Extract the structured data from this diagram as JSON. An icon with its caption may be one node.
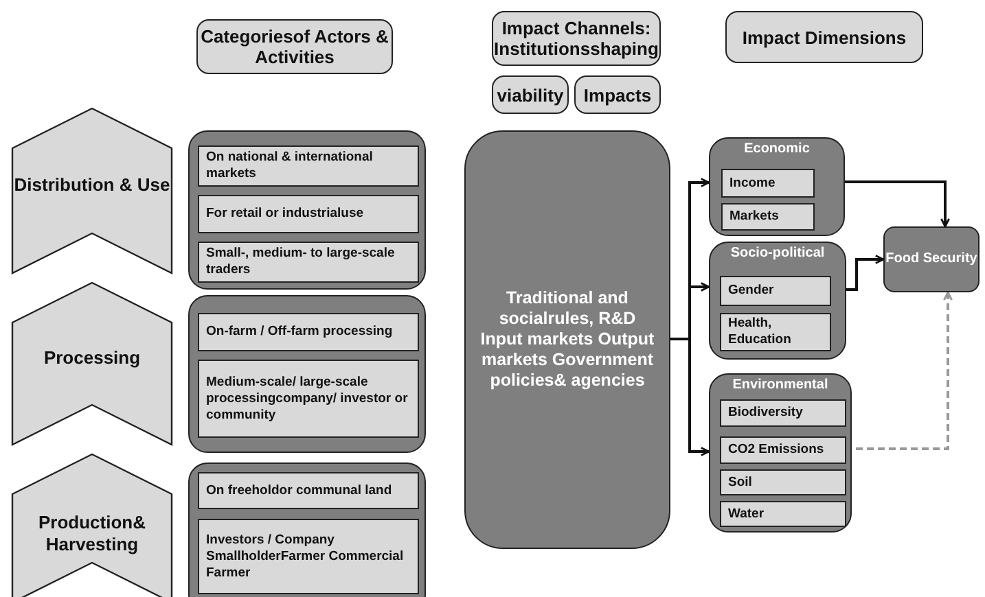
{
  "diagram": {
    "nodes": [
      {
        "text": [
          "Categoriesof Actors & Activities"
        ]
      },
      {
        "text": [
          "Impact Channels: Institutionsshaping"
        ]
      },
      {
        "text": [
          "viability"
        ]
      },
      {
        "text": [
          "Impacts"
        ]
      },
      {
        "text": [
          "Impact Dimensions"
        ]
      },
      {
        "text": [
          "Distribution & Use"
        ]
      },
      {
        "text": [],
        "shape": "box"
      },
      {
        "text": [
          "On national & international markets"
        ],
        "in": 6
      },
      {
        "text": [
          "For retail or industrialuse"
        ],
        "in": 6
      },
      {
        "text": [
          "Small-, medium- to large-scale traders"
        ],
        "in": 6
      },
      {
        "text": [
          "Processing"
        ]
      },
      {
        "text": [],
        "shape": "box"
      },
      {
        "text": [
          "On-farm / Off-farm processing"
        ],
        "in": 11
      },
      {
        "text": [
          "Medium-scale/ large-scale processingcompany/ investor or community"
        ],
        "in": 11
      },
      {
        "text": [
          "Production& Harvesting"
        ]
      },
      {
        "text": [],
        "shape": "box"
      },
      {
        "text": [
          "On freeholdor communal land"
        ],
        "in": 15
      },
      {
        "text": [
          "Investors / Company SmallholderFarmer Commercial Farmer"
        ],
        "in": 15
      },
      {
        "text": [
          "Traditional and socialrules, R&D Input markets Output markets Government policies& agencies"
        ]
      },
      {
        "text": [
          "Economic"
        ]
      },
      {
        "text": [
          "Income"
        ],
        "in": 19
      },
      {
        "text": [
          "Markets"
        ],
        "in": 19
      },
      {
        "text": [
          "Socio-political"
        ]
      },
      {
        "text": [
          "Gender"
        ],
        "in": 22
      },
      {
        "text": [
          "Health, Education"
        ],
        "in": 22
      },
      {
        "text": [
          "Environmental"
        ]
      },
      {
        "text": [
          "Biodiversity"
        ],
        "in": 25
      },
      {
        "text": [
          "CO2 Emissions"
        ],
        "in": 25
      },
      {
        "text": [
          "Soil"
        ],
        "in": 25
      },
      {
        "text": [
          "Water"
        ],
        "in": 25
      },
      {
        "text": [
          "Food Security"
        ]
      }
    ],
    "edges": [
      {
        "from": 18,
        "to": 19,
        "arrow": "to"
      },
      {
        "from": 18,
        "to": 22,
        "arrow": "to"
      },
      {
        "from": 18,
        "to": 25,
        "arrow": "to"
      },
      {
        "from": 20,
        "to": 30,
        "arrow": "to"
      },
      {
        "from": 23,
        "to": 30,
        "arrow": "to"
      },
      {
        "from": 27,
        "to": 30,
        "arrow": "to",
        "style": "dashed",
        "color": "#999999"
      }
    ]
  }
}
